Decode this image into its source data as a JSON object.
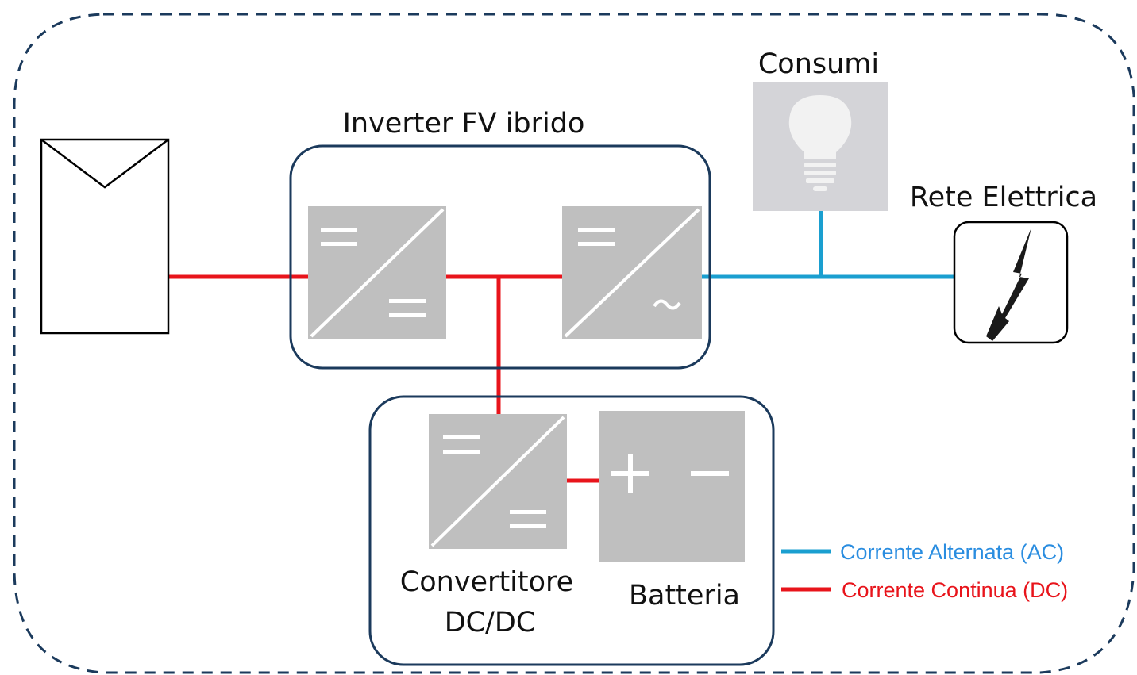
{
  "labels": {
    "inverter": "Inverter FV ibrido",
    "consumi": "Consumi",
    "rete": "Rete Elettrica",
    "convertitore_line1": "Convertitore",
    "convertitore_line2": "DC/DC",
    "batteria": "Batteria"
  },
  "legend": {
    "ac_label": "Corrente Alternata (AC)",
    "dc_label": "Corrente Continua (DC)"
  },
  "colors": {
    "ac": "#1a9fd0",
    "dc": "#e8141b",
    "boundary": "#1b3a5c",
    "block_fill": "#bfbfbf",
    "ac_text": "#2a8de0",
    "dc_text": "#e8141b"
  },
  "icons": [
    "pv-panel-icon",
    "dc-dc-converter-icon",
    "dc-ac-inverter-icon",
    "battery-icon",
    "lightbulb-icon",
    "lightning-bolt-icon"
  ]
}
